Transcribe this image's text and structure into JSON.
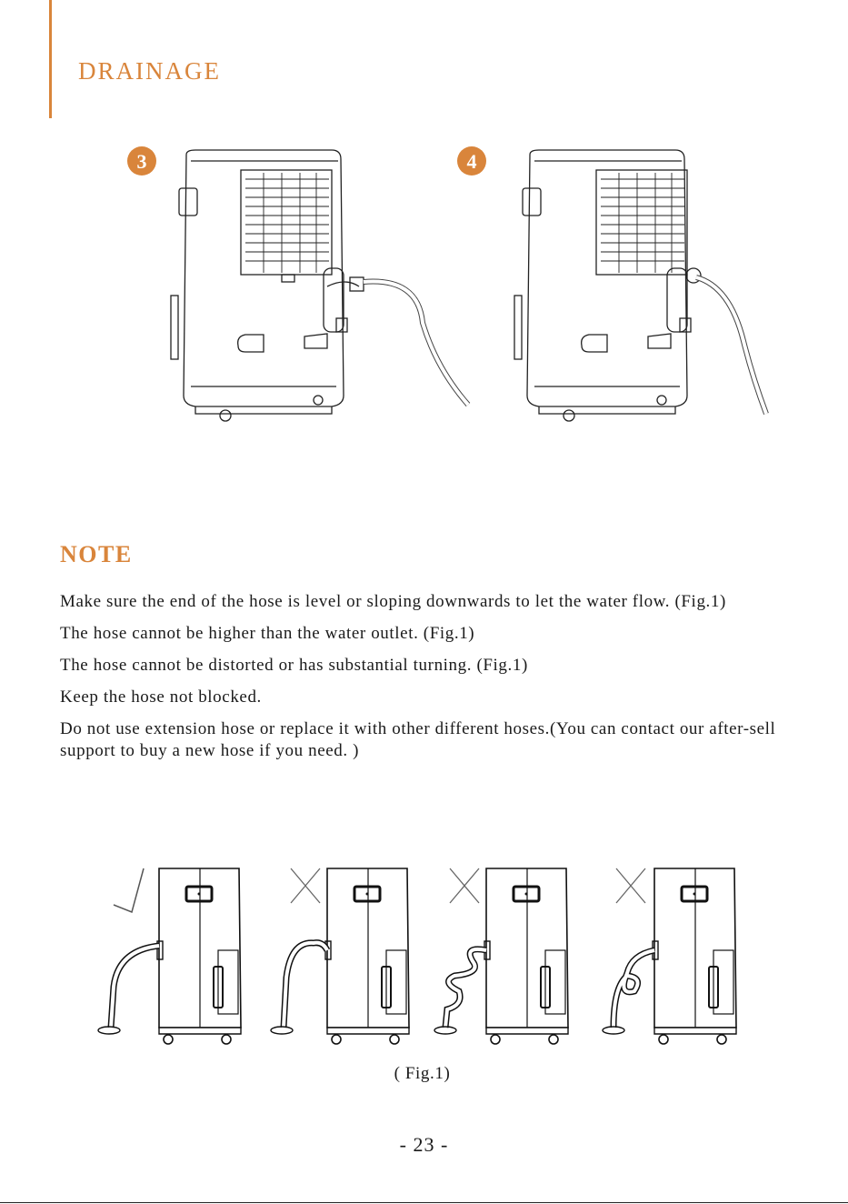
{
  "header": {
    "title": "DRAINAGE"
  },
  "steps": {
    "step3": "3",
    "step4": "4"
  },
  "note": {
    "title": "NOTE",
    "items": [
      "Make sure the end of the hose is level or sloping downwards to let the water flow. (Fig.1)",
      "The hose cannot be higher than the water outlet. (Fig.1)",
      "The hose cannot be distorted or has substantial turning. (Fig.1)",
      "Keep the hose not blocked.",
      "Do not use extension hose or replace it with other different hoses.(You can contact our after-sell support to buy a new hose if you need. )"
    ]
  },
  "figure": {
    "caption": "( Fig.1)"
  },
  "footer": {
    "page_number": "- 23 -"
  },
  "colors": {
    "accent": "#d9853b",
    "ink": "#1a1a1a"
  },
  "icons": {
    "correct": "check-mark-icon",
    "wrong": "cross-mark-icon"
  }
}
